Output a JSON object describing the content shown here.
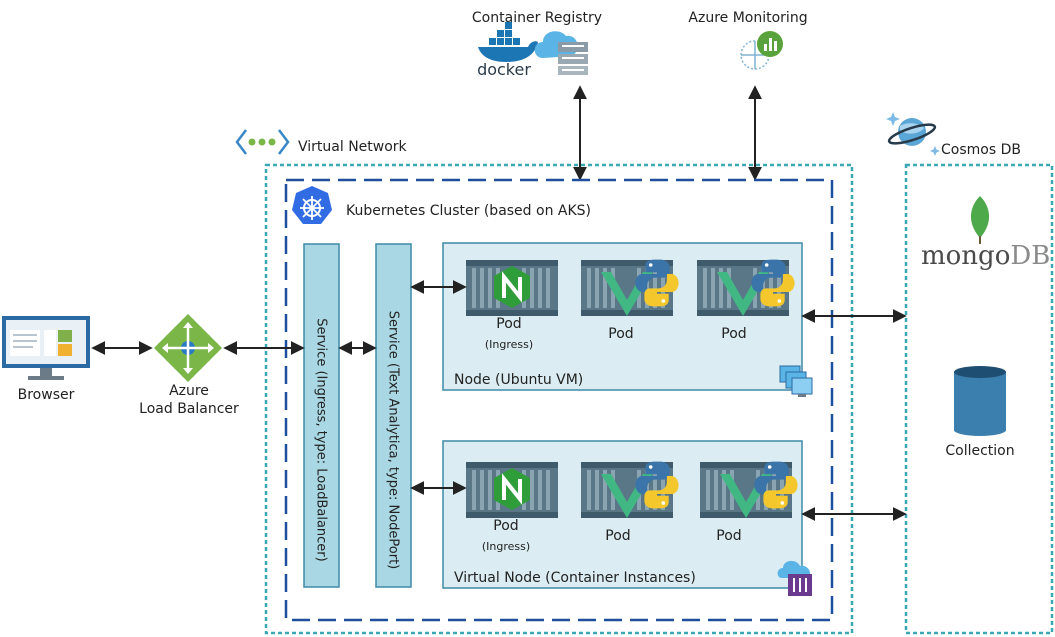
{
  "registry": {
    "title": "Container Registry",
    "docker_label": "docker"
  },
  "monitoring": {
    "title": "Azure Monitoring"
  },
  "vnet": {
    "title": "Virtual Network"
  },
  "cosmos": {
    "title": "Cosmos DB",
    "mongo_a": "mongo",
    "mongo_b": "DB",
    "collection": "Collection"
  },
  "cluster": {
    "title": "Kubernetes Cluster (based on AKS)"
  },
  "browser": {
    "label": "Browser"
  },
  "lb": {
    "line1": "Azure",
    "line2": "Load Balancer"
  },
  "svc_ingress": {
    "label": "Service (Ingress, type: LoadBalancer)"
  },
  "svc_text": {
    "label": "Service (Text Analytica, type: NodePort)"
  },
  "node1": {
    "title": "Node (Ubuntu VM)",
    "pod_label": "Pod",
    "ingress_label": "(Ingress)"
  },
  "node2": {
    "title": "Virtual Node (Container Instances)",
    "pod_label": "Pod",
    "ingress_label": "(Ingress)"
  },
  "colors": {
    "teal": "#3aa7b3",
    "navy": "#1e4f9e",
    "service_fill": "#a9d7e3",
    "node_fill": "#dbedf2",
    "node_border": "#3d8aa6"
  }
}
